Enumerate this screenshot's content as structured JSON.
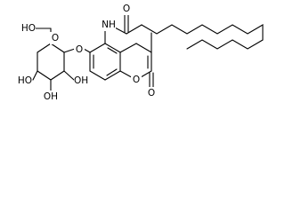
{
  "molecule": {
    "atom_labels": {
      "nh": "NH",
      "amide_o": "O",
      "glycosidic_o": "O",
      "ring_o_sugar": "O",
      "ho_ch2": "HO",
      "ho_c4": "HO",
      "oh_c3": "OH",
      "oh_c2": "OH",
      "lactone_o": "O",
      "carbonyl_o": "O"
    }
  },
  "colors": {
    "bond": "#000000",
    "label": "#000000",
    "background": "#ffffff"
  }
}
